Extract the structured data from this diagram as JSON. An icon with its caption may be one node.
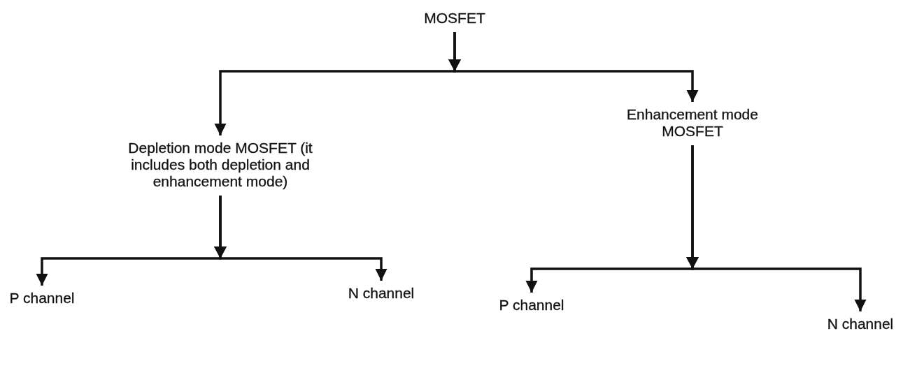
{
  "diagram": {
    "nodes": [
      {
        "text": [
          "MOSFET"
        ]
      },
      {
        "text": [
          "Depletion mode MOSFET (it includes both depletion and enhancement mode)"
        ]
      },
      {
        "text": [
          "Enhancement mode MOSFET"
        ]
      },
      {
        "text": [
          "P channel"
        ]
      },
      {
        "text": [
          "N channel"
        ]
      },
      {
        "text": [
          "P channel"
        ]
      },
      {
        "text": [
          "N channel"
        ]
      }
    ],
    "edges": [
      {
        "from": 0,
        "to": 1,
        "arrow": "to"
      },
      {
        "from": 0,
        "to": 2,
        "arrow": "to"
      },
      {
        "from": 1,
        "to": 3,
        "arrow": "to"
      },
      {
        "from": 1,
        "to": 4,
        "arrow": "to"
      },
      {
        "from": 2,
        "to": 5,
        "arrow": "to"
      },
      {
        "from": 2,
        "to": 6,
        "arrow": "to"
      }
    ]
  }
}
